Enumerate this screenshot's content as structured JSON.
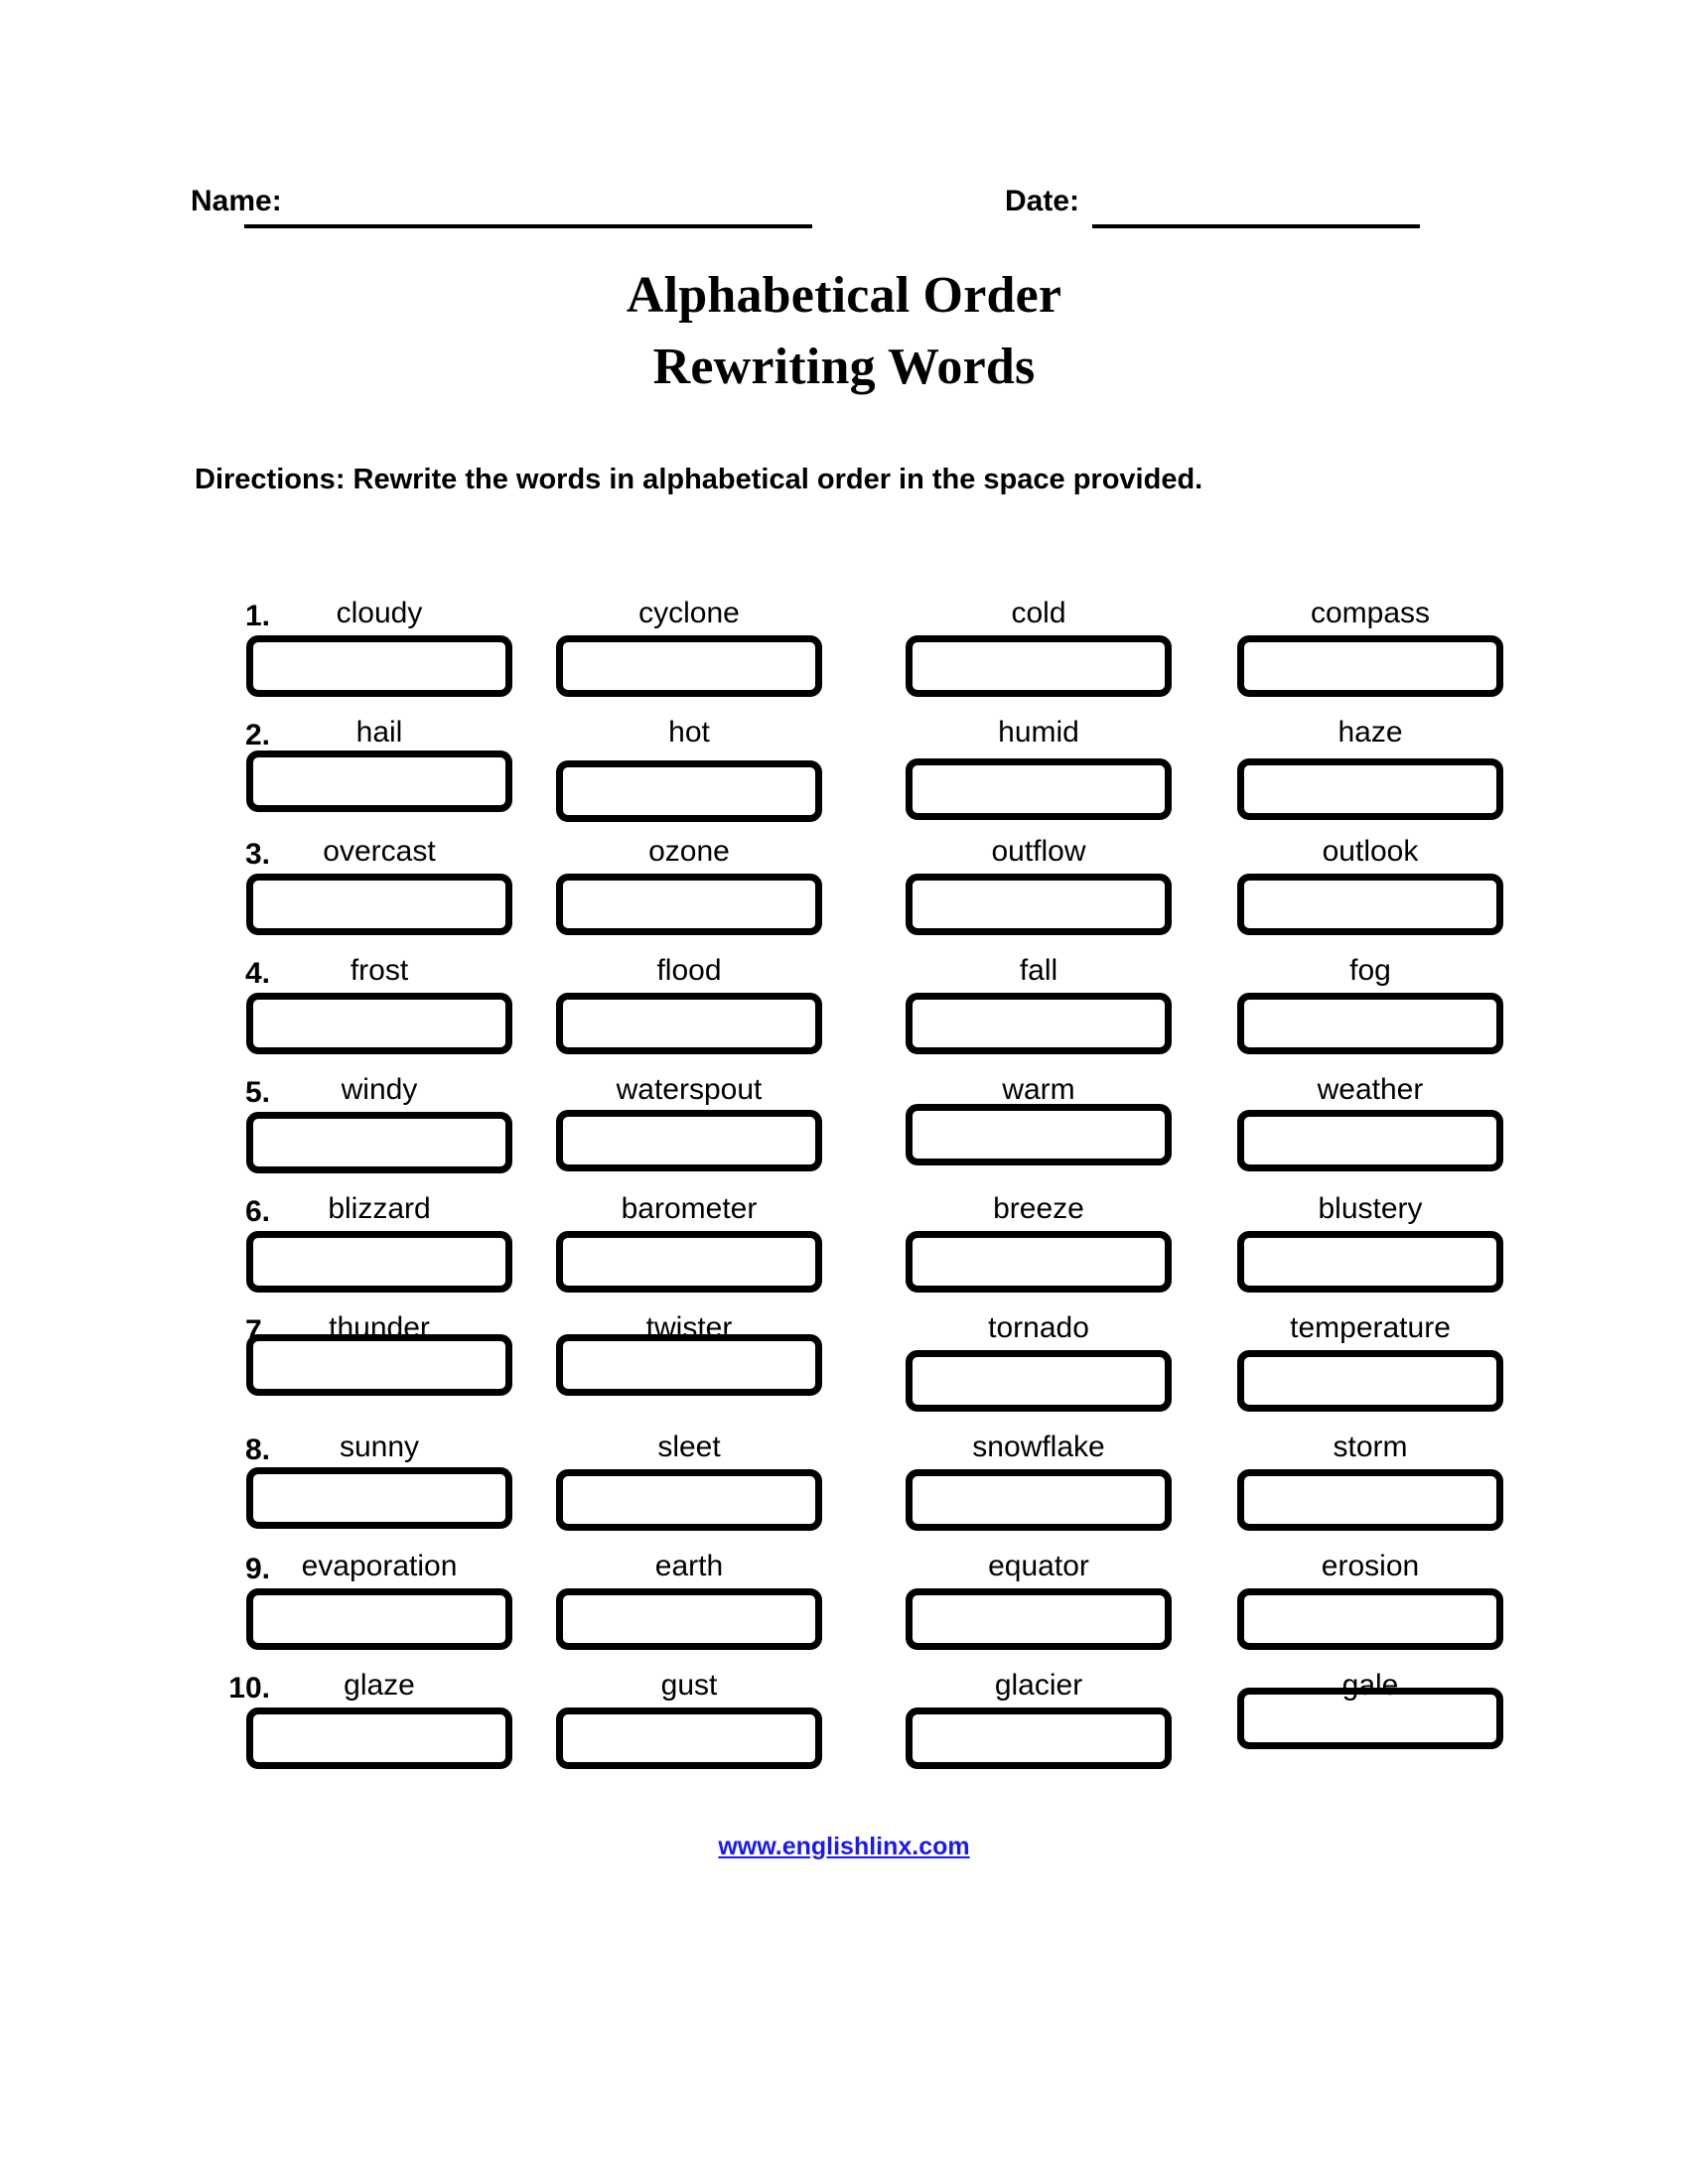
{
  "header": {
    "name_label": "Name:",
    "date_label": "Date:"
  },
  "title": {
    "line1": "Alphabetical Order",
    "line2": "Rewriting Words"
  },
  "directions": "Directions: Rewrite the words in alphabetical order in the space provided.",
  "footer": {
    "link_text": "www.englishlinx.com",
    "link_color": "#1a1aef"
  },
  "worksheet": {
    "columns": 4,
    "rows": [
      {
        "number": "1.",
        "words": [
          "cloudy",
          "cyclone",
          "cold",
          "compass"
        ]
      },
      {
        "number": "2.",
        "words": [
          "hail",
          "hot",
          "humid",
          "haze"
        ]
      },
      {
        "number": "3.",
        "words": [
          "overcast",
          "ozone",
          "outflow",
          "outlook"
        ]
      },
      {
        "number": "4.",
        "words": [
          "frost",
          "flood",
          "fall",
          "fog"
        ]
      },
      {
        "number": "5.",
        "words": [
          "windy",
          "waterspout",
          "warm",
          "weather"
        ]
      },
      {
        "number": "6.",
        "words": [
          "blizzard",
          "barometer",
          "breeze",
          "blustery"
        ]
      },
      {
        "number": "7.",
        "words": [
          "thunder",
          "twister",
          "tornado",
          "temperature"
        ]
      },
      {
        "number": "8.",
        "words": [
          "sunny",
          "sleet",
          "snowflake",
          "storm"
        ]
      },
      {
        "number": "9.",
        "words": [
          "evaporation",
          "earth",
          "equator",
          "erosion"
        ]
      },
      {
        "number": "10.",
        "words": [
          "glaze",
          "gust",
          "glacier",
          "gale"
        ]
      }
    ]
  },
  "layout": {
    "row_tops": [
      596,
      716,
      836,
      956,
      1076,
      1196,
      1316,
      1436,
      1556,
      1676
    ],
    "column_lefts": [
      248,
      560,
      912,
      1246
    ],
    "box_offsets": [
      [
        0,
        0,
        0,
        0
      ],
      [
        -4,
        6,
        4,
        4
      ],
      [
        0,
        0,
        0,
        0
      ],
      [
        0,
        0,
        0,
        0
      ],
      [
        0,
        -2,
        -8,
        -2
      ],
      [
        0,
        0,
        0,
        0
      ],
      [
        -16,
        -16,
        0,
        0
      ],
      [
        -2,
        0,
        0,
        0
      ],
      [
        0,
        0,
        0,
        0
      ],
      [
        0,
        0,
        0,
        -20
      ]
    ]
  }
}
